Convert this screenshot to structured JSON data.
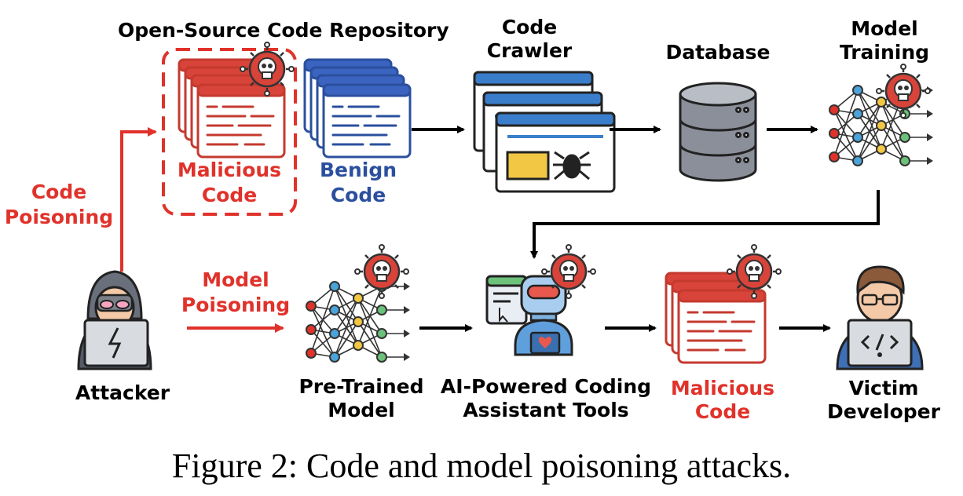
{
  "labels": {
    "repo_title": "Open-Source Code Repository",
    "code_crawler_l1": "Code",
    "code_crawler_l2": "Crawler",
    "database": "Database",
    "model_training_l1": "Model",
    "model_training_l2": "Training",
    "malicious_code_repo_l1": "Malicious",
    "malicious_code_repo_l2": "Code",
    "benign_code_l1": "Benign",
    "benign_code_l2": "Code",
    "code_poisoning_l1": "Code",
    "code_poisoning_l2": "Poisoning",
    "model_poisoning_l1": "Model",
    "model_poisoning_l2": "Poisoning",
    "attacker": "Attacker",
    "pretrained_l1": "Pre-Trained",
    "pretrained_l2": "Model",
    "assistant_l1": "AI-Powered Coding",
    "assistant_l2": "Assistant Tools",
    "malicious_out_l1": "Malicious",
    "malicious_out_l2": "Code",
    "victim_l1": "Victim",
    "victim_l2": "Developer"
  },
  "caption": "Figure 2: Code and model poisoning attacks.",
  "colors": {
    "red": "#e0322a",
    "blue": "#2b4f9e",
    "black": "#000000"
  }
}
